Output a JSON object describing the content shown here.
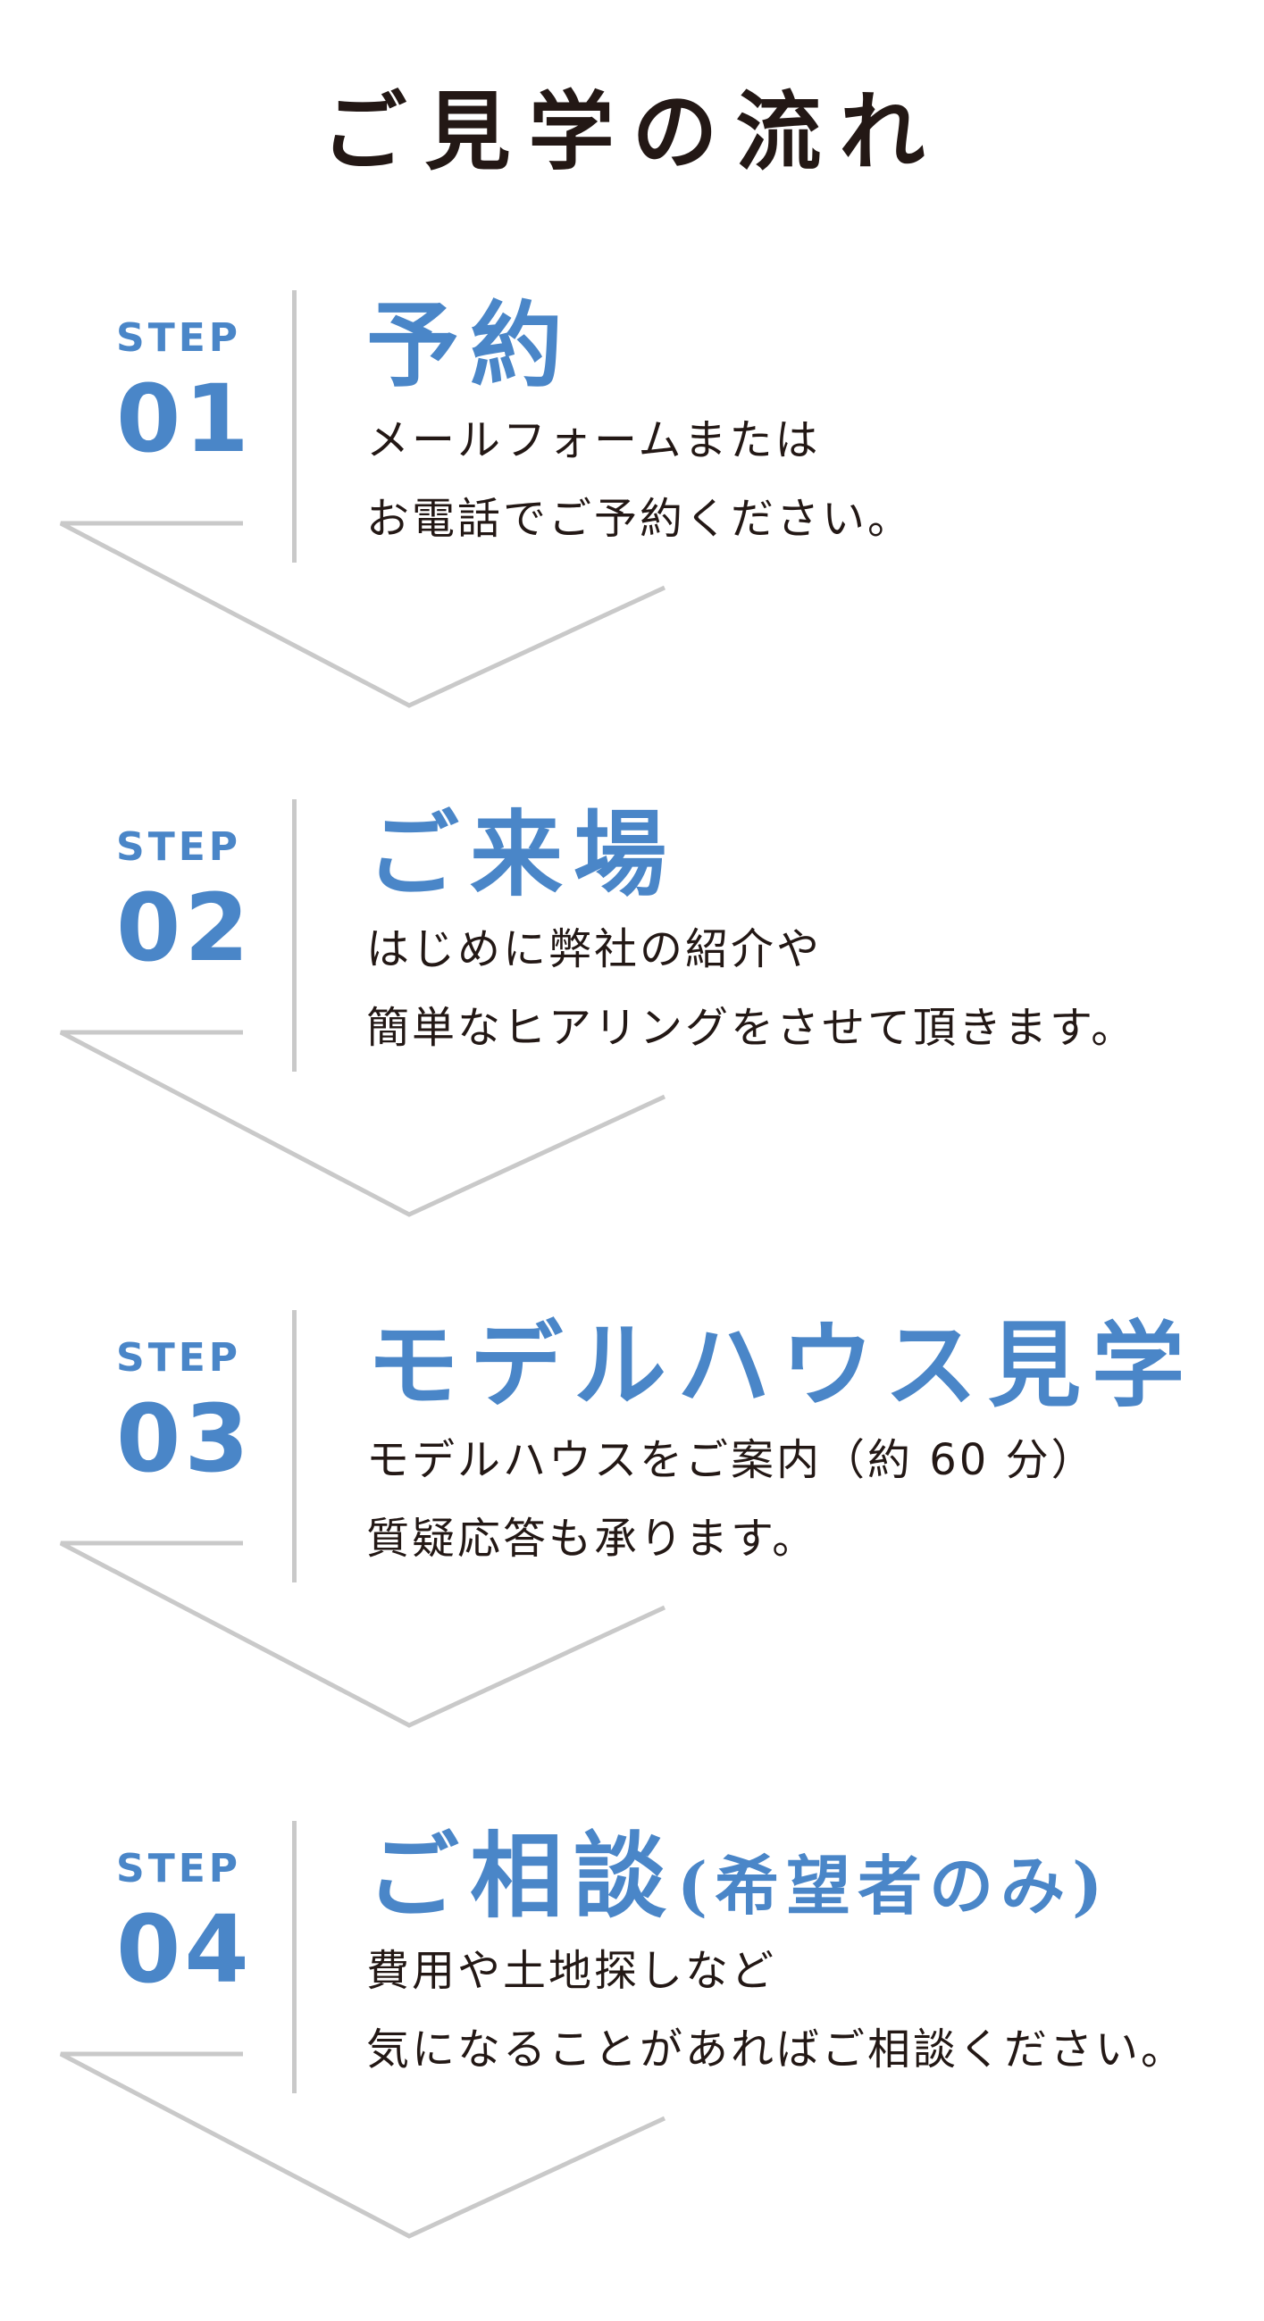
{
  "page": {
    "title": "ご見学の流れ"
  },
  "steps": [
    {
      "label": "STEP",
      "number": "01",
      "heading": "予約",
      "heading_sub": "",
      "lines": [
        "メールフォームまたは",
        "お電話でご予約ください。"
      ]
    },
    {
      "label": "STEP",
      "number": "02",
      "heading": "ご来場",
      "heading_sub": "",
      "lines": [
        "はじめに弊社の紹介や",
        "簡単なヒアリングをさせて頂きます。"
      ]
    },
    {
      "label": "STEP",
      "number": "03",
      "heading": "モデルハウス見学",
      "heading_sub": "",
      "lines": [
        "モデルハウスをご案内（約 60 分）",
        "質疑応答も承ります。"
      ]
    },
    {
      "label": "STEP",
      "number": "04",
      "heading": "ご相談",
      "heading_sub": "(希望者のみ)",
      "lines": [
        "費用や土地探しなど",
        "気になることがあればご相談ください。"
      ]
    }
  ],
  "colors": {
    "accent": "#4a86c8",
    "text": "#231815",
    "line": "#c9c9c9"
  }
}
